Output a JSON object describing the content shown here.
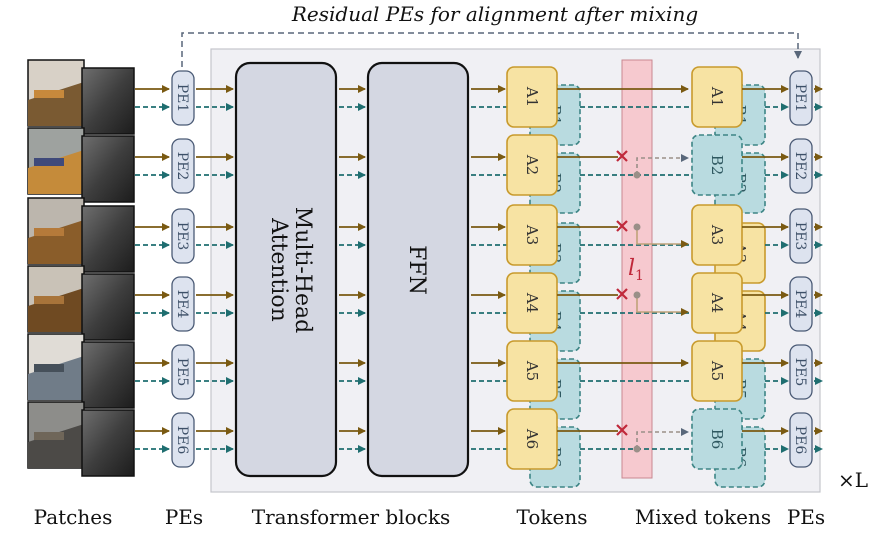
{
  "title": "Residual PEs for alignment after mixing",
  "repeat_label": "×L",
  "l1_label": "l",
  "l1_subscript": "1",
  "blocks": {
    "attention": [
      "Multi-Head",
      "Attention"
    ],
    "ffn": "FFN"
  },
  "captions": {
    "patches": "Patches",
    "pes_left": "PEs",
    "transformer": "Transformer blocks",
    "tokens": "Tokens",
    "mixed": "Mixed tokens",
    "pes_right": "PEs"
  },
  "pe_labels": [
    "PE1",
    "PE2",
    "PE3",
    "PE4",
    "PE5",
    "PE6"
  ],
  "tokens_a": [
    "A1",
    "A2",
    "A3",
    "A4",
    "A5",
    "A6"
  ],
  "tokens_b": [
    "B1",
    "B2",
    "B3",
    "B4",
    "B5",
    "B6"
  ],
  "mixed_front": [
    "A1",
    "B2",
    "A3",
    "A4",
    "A5",
    "B6"
  ],
  "mixed_back": [
    "B1",
    "B2",
    "A3",
    "A4",
    "B5",
    "B6"
  ],
  "colors": {
    "token_a_fill": "#f7e3a3",
    "token_a_stroke": "#c89a2c",
    "token_b_fill": "#b9dbe0",
    "token_b_stroke": "#3d8585",
    "pe_fill": "#dde3ef",
    "block_fill": "#d4d7e2",
    "panel_fill": "#f0f0f4",
    "mix_band": "#f6c9cf",
    "arrow_brown": "#7a5a12",
    "arrow_teal": "#1f6e70",
    "cross_red": "#c0283a"
  }
}
